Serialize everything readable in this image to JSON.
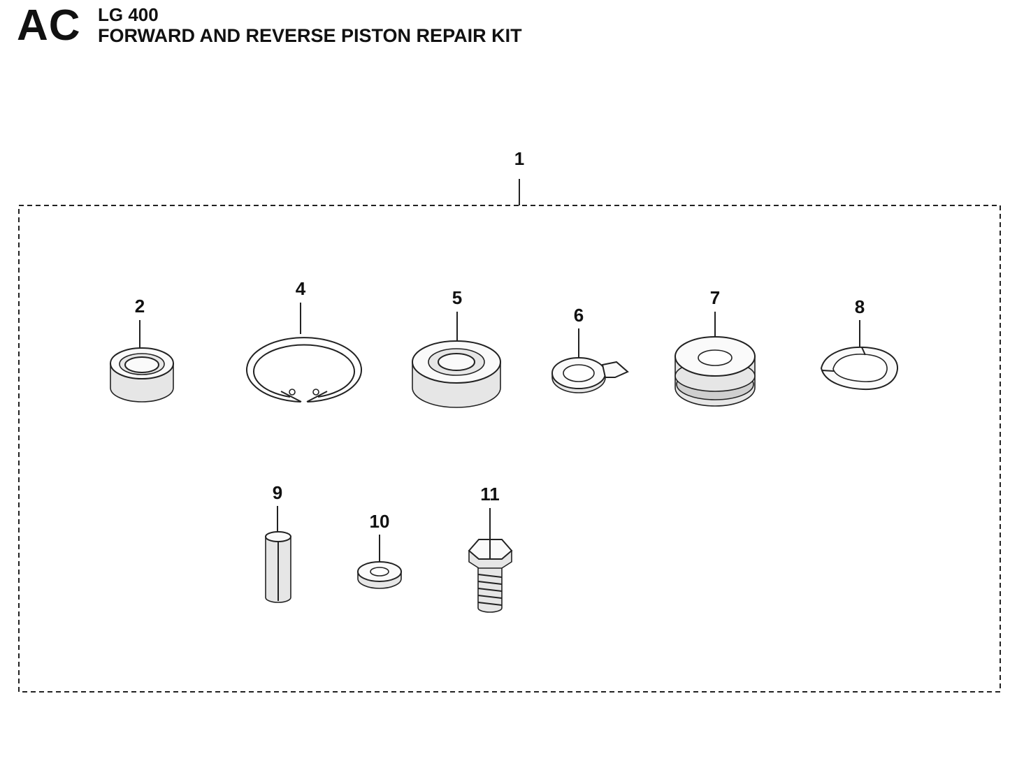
{
  "header": {
    "section_code": "AC",
    "model": "LG 400",
    "title": "FORWARD AND REVERSE PISTON REPAIR KIT"
  },
  "callouts": {
    "c1": "1",
    "c2": "2",
    "c4": "4",
    "c5": "5",
    "c6": "6",
    "c7": "7",
    "c8": "8",
    "c9": "9",
    "c10": "10",
    "c11": "11"
  },
  "parts": [
    {
      "ref": "1",
      "name": "repair-kit"
    },
    {
      "ref": "2",
      "name": "bearing"
    },
    {
      "ref": "4",
      "name": "retaining-ring"
    },
    {
      "ref": "5",
      "name": "bearing"
    },
    {
      "ref": "6",
      "name": "lock-washer"
    },
    {
      "ref": "7",
      "name": "piston"
    },
    {
      "ref": "8",
      "name": "wave-washer"
    },
    {
      "ref": "9",
      "name": "roll-pin"
    },
    {
      "ref": "10",
      "name": "flat-washer"
    },
    {
      "ref": "11",
      "name": "hex-bolt"
    }
  ]
}
